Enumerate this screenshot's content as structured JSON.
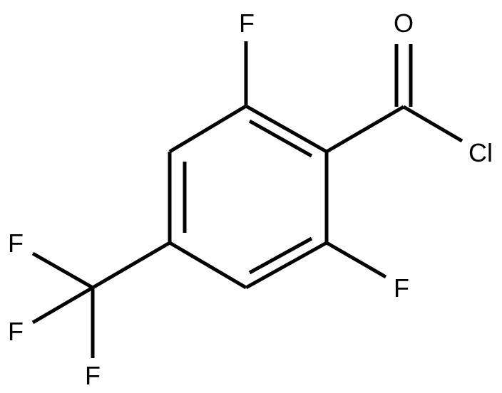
{
  "molecule": {
    "atoms": {
      "f_top": "F",
      "o": "O",
      "cl": "Cl",
      "f_right": "F",
      "cf3_f1": "F",
      "cf3_f2": "F",
      "cf3_f3": "F"
    }
  }
}
